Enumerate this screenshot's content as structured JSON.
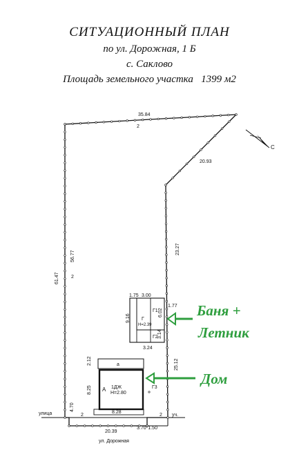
{
  "title": {
    "line1": "СИТУАЦИОННЫЙ   ПЛАН",
    "line2": "по ул. Дорожная, 1 Б",
    "line3": "с. Саклово",
    "area_label": "Площадь земельного участка",
    "area_value": "1399 м2"
  },
  "north_label": "С",
  "dimensions": {
    "top": "35.84",
    "top_num": "2",
    "diag": "20.93",
    "right_upper": "23.27",
    "left_outer": "61.47",
    "left_inner": "56.77",
    "left_num": "2",
    "right_lower": "25.12",
    "bottom_total": "20.39",
    "bottom_parts": "3.70*1.50",
    "left_small": "4.70",
    "bottom_num_left": "2",
    "bottom_num_right": "2"
  },
  "bathhouse": {
    "w_left": "1.75",
    "w_right": "3.00",
    "h_left": "9.16",
    "h_right": "6.02",
    "label_main": "Г",
    "label_g1": "Г1",
    "label_height": "Н=2.39",
    "label_g2": "Г2",
    "h_lower": "3.14",
    "w_bottom": "3.24",
    "offset": "1.77"
  },
  "house": {
    "porch_w": "2.12",
    "porch_label": "а",
    "label_a": "А",
    "label_main": "1ДЖ",
    "label_height": "Н=2.80",
    "h": "8.25",
    "w": "8.28",
    "g3": "Г3"
  },
  "street": {
    "left_label": "улица",
    "right_label": "уч.",
    "name": "ул. Дорожная"
  },
  "annotations": {
    "bath_line1": "Баня +",
    "bath_line2": "Летник",
    "house": "Дом"
  },
  "colors": {
    "annotation": "#2e9e3e",
    "ink": "#111111"
  }
}
